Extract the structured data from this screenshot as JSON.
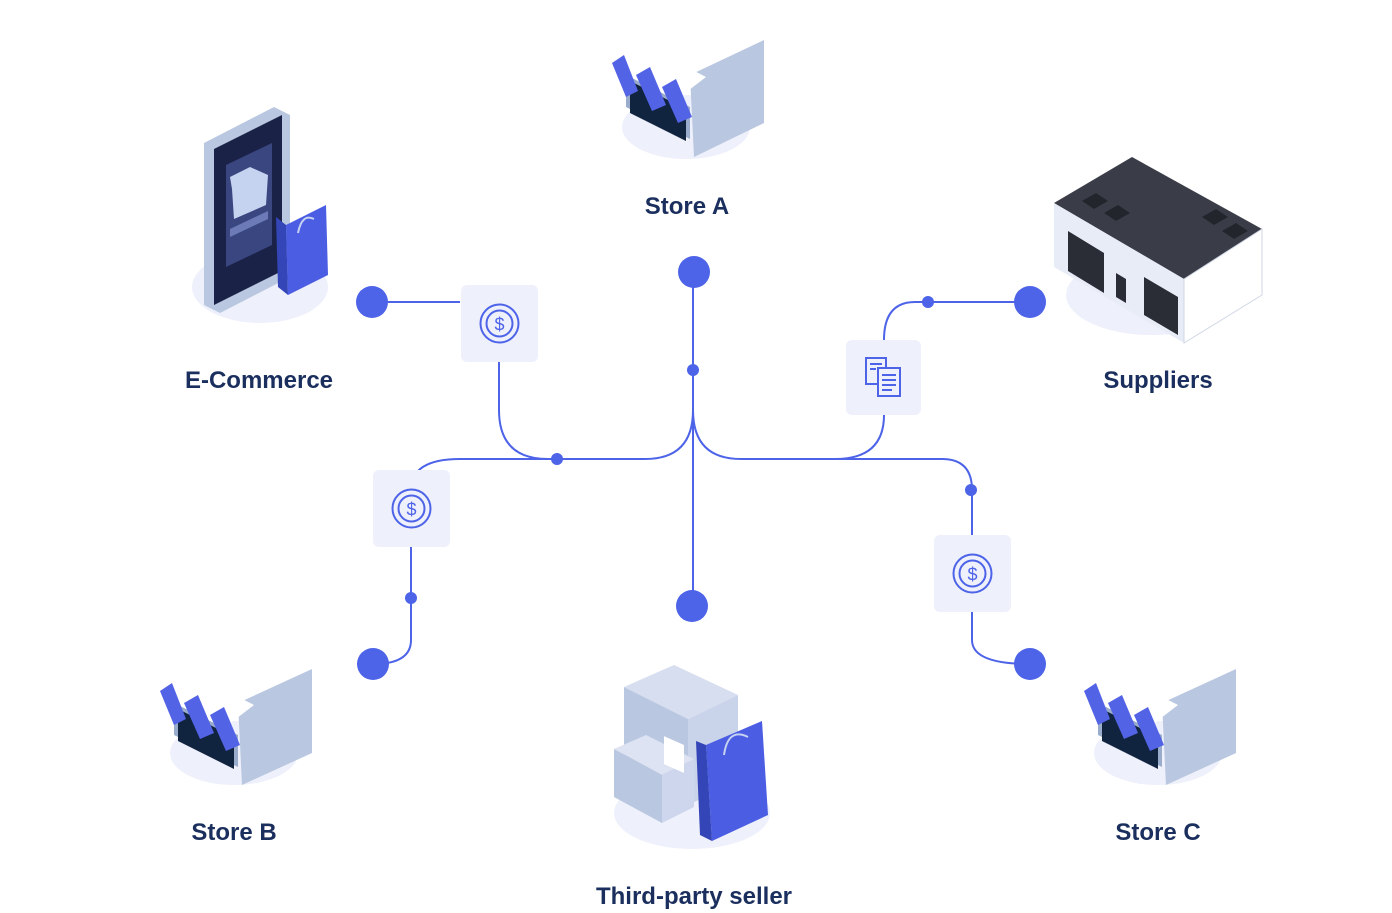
{
  "colors": {
    "accent": "#4d63e8",
    "label": "#1b2f5e",
    "store_wall": "#b9c7e0",
    "store_awning": "#5363e6",
    "store_window": "#10233f",
    "shadow": "#eef0fb",
    "roof": "#3a3d47",
    "bag": "#4b5de3"
  },
  "nodes": {
    "store_a": {
      "label": "Store A",
      "icon": "storefront-icon"
    },
    "ecommerce": {
      "label": "E-Commerce",
      "icon": "smartphone-shopping-icon"
    },
    "suppliers": {
      "label": "Suppliers",
      "icon": "warehouse-icon"
    },
    "store_b": {
      "label": "Store B",
      "icon": "storefront-icon"
    },
    "store_c": {
      "label": "Store C",
      "icon": "storefront-icon"
    },
    "third_party": {
      "label": "Third-party seller",
      "icon": "boxes-with-bag-icon"
    }
  },
  "connector_icons": {
    "ecommerce": "dollar-coin-icon",
    "suppliers": "documents-icon",
    "store_b": "dollar-coin-icon",
    "store_c": "dollar-coin-icon"
  }
}
